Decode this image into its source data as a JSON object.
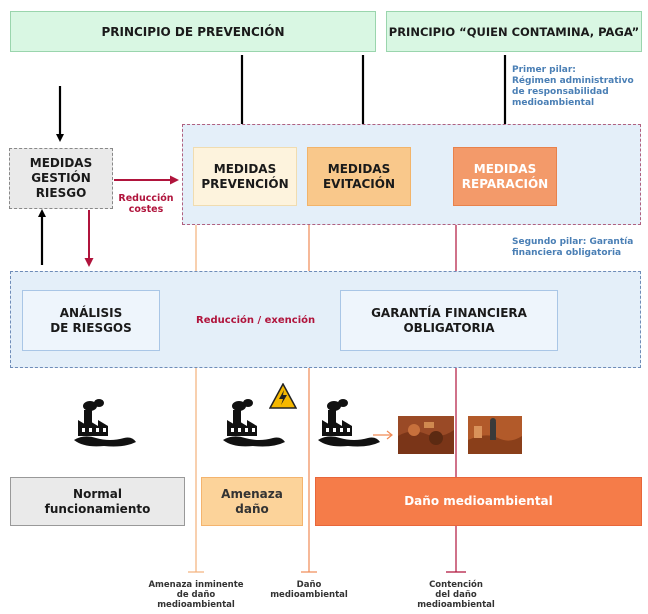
{
  "principles": {
    "prevention": "PRINCIPIO DE PREVENCIÓN",
    "polluter_pays": "PRINCIPIO “QUIEN CONTAMINA, PAGA”"
  },
  "pillars": {
    "first": "Primer pilar:\nRégimen administrativo\nde responsabilidad\nmedioambiental",
    "second": "Segundo pilar: Garantía\nfinanciera obligatoria"
  },
  "measures": {
    "risk_management": "MEDIDAS\nGESTIÓN\nRIESGO",
    "prevention": "MEDIDAS\nPREVENCIÓN",
    "avoidance": "MEDIDAS\nEVITACIÓN",
    "repair": "MEDIDAS\nREPARACIÓN"
  },
  "reductions": {
    "costs": "Reducción\ncostes",
    "exemption": "Reducción / exención"
  },
  "analysis": {
    "risk_analysis": "ANÁLISIS\nDE RIESGOS",
    "financial_guarantee": "GARANTÍA FINANCIERA\nOBLIGATORIA"
  },
  "states": {
    "normal": "Normal\nfuncionamiento",
    "threat": "Amenaza\ndaño",
    "damage": "Daño medioambiental"
  },
  "timeline": {
    "imminent_threat": "Amenaza inminente\nde daño\nmedioambiental",
    "damage": "Daño\nmedioambiental",
    "containment": "Contención\ndel daño\nmedioambiental"
  },
  "icons": [
    "factory-icon",
    "factory-icon",
    "factory-icon",
    "electric-hazard-icon",
    "photo-damage-1",
    "photo-damage-2"
  ],
  "colors": {
    "green_box": "#d9f7e3",
    "blue_area": "#e4eff9",
    "cream": "#fdf3dd",
    "light_orange": "#f9c88b",
    "orange": "#f39a6a",
    "deep_orange": "#f57c49",
    "grey": "#eaeaea",
    "red": "#b0143c"
  }
}
